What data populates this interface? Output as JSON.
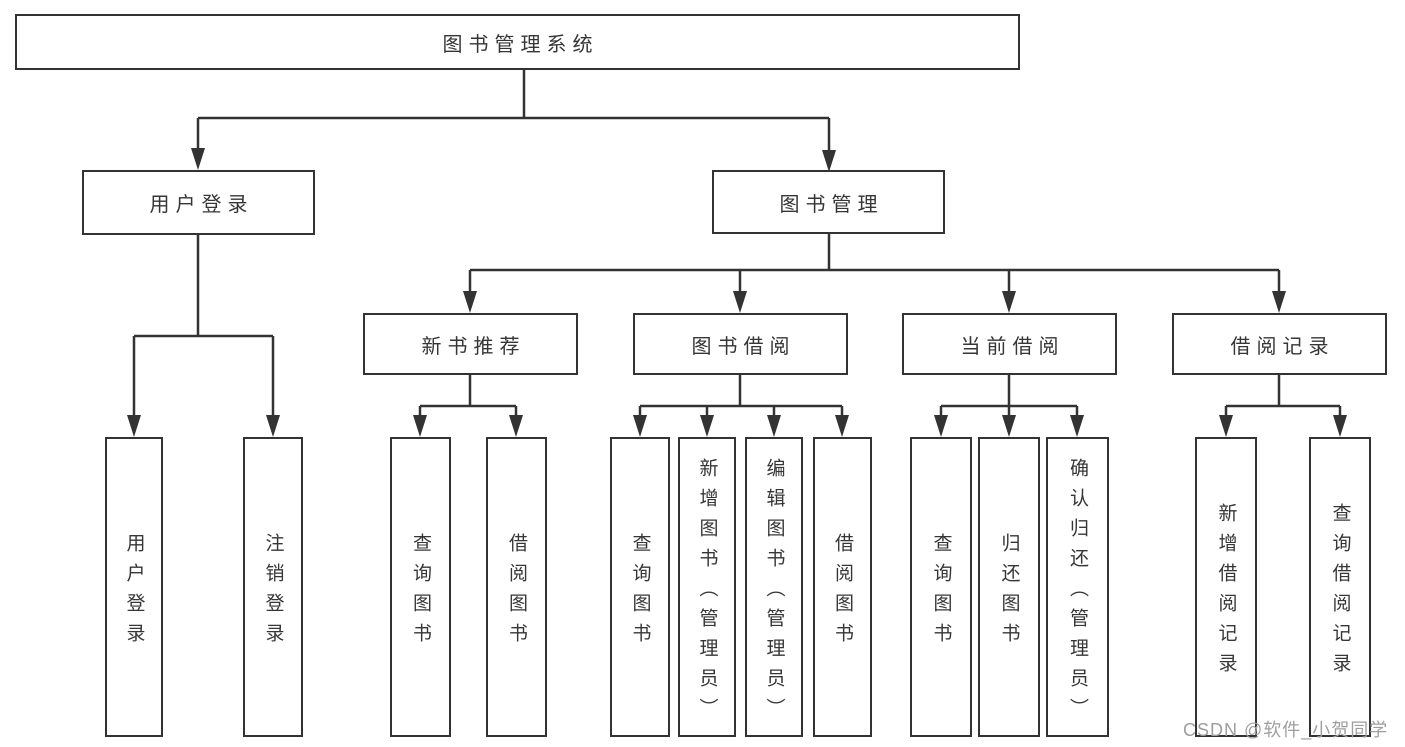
{
  "diagram_title": "图书管理系统",
  "nodes": {
    "root": {
      "label": "图书管理系统",
      "children": [
        "userLogin",
        "bookMgmt"
      ]
    },
    "userLogin": {
      "label": "用户登录",
      "children": [
        "userLoginItem",
        "logoutItem"
      ]
    },
    "bookMgmt": {
      "label": "图书管理",
      "children": [
        "newBookRec",
        "bookBorrow",
        "currentBorrow",
        "borrowRecords"
      ]
    },
    "newBookRec": {
      "label": "新书推荐",
      "children": [
        "nbQuery",
        "nbBorrow"
      ]
    },
    "bookBorrow": {
      "label": "图书借阅",
      "children": [
        "bbQuery",
        "bbAdd",
        "bbEdit",
        "bbBorrow"
      ]
    },
    "currentBorrow": {
      "label": "当前借阅",
      "children": [
        "cbQuery",
        "cbReturn",
        "cbConfirm"
      ]
    },
    "borrowRecords": {
      "label": "借阅记录",
      "children": [
        "brAdd",
        "brQuery"
      ]
    },
    "userLoginItem": {
      "label": "用户登录"
    },
    "logoutItem": {
      "label": "注销登录"
    },
    "nbQuery": {
      "label": "查询图书"
    },
    "nbBorrow": {
      "label": "借阅图书"
    },
    "bbQuery": {
      "label": "查询图书"
    },
    "bbAdd": {
      "label": "新增图书（管理员）"
    },
    "bbEdit": {
      "label": "编辑图书（管理员）"
    },
    "bbBorrow": {
      "label": "借阅图书"
    },
    "cbQuery": {
      "label": "查询图书"
    },
    "cbReturn": {
      "label": "归还图书"
    },
    "cbConfirm": {
      "label": "确认归还（管理员）"
    },
    "brAdd": {
      "label": "新增借阅记录"
    },
    "brQuery": {
      "label": "查询借阅记录"
    }
  },
  "watermark": {
    "text": "CSDN @软件_小贺同学",
    "color": "#9e9e9e"
  },
  "colors": {
    "line": "#333333",
    "box_border": "#333333",
    "box_fill": "#ffffff",
    "text": "#363636",
    "background": "#ffffff"
  }
}
